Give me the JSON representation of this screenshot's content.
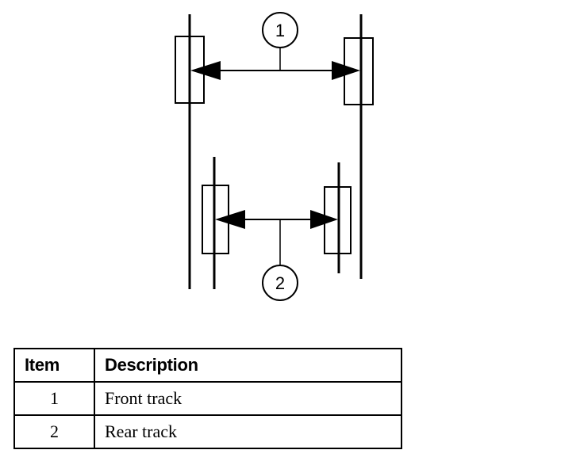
{
  "callouts": {
    "front": "1",
    "rear": "2"
  },
  "legend": {
    "headers": {
      "item": "Item",
      "description": "Description"
    },
    "rows": [
      {
        "item": "1",
        "description": "Front track"
      },
      {
        "item": "2",
        "description": "Rear track"
      }
    ]
  },
  "colors": {
    "line": "#000000",
    "background": "#ffffff"
  }
}
